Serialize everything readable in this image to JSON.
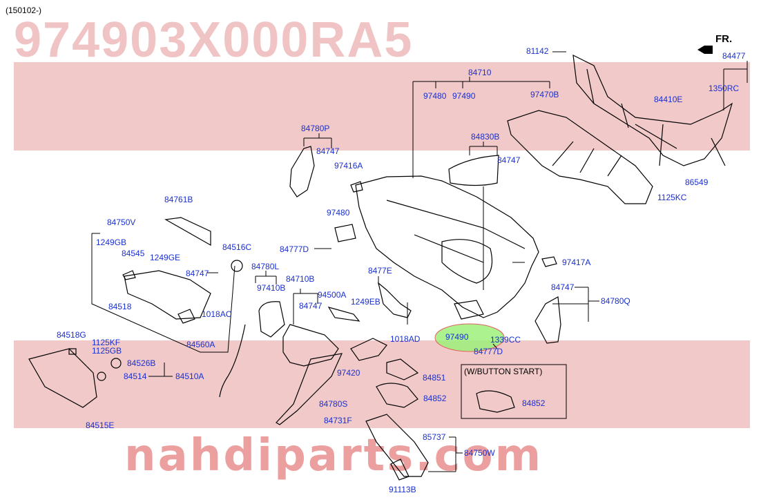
{
  "diagram": {
    "version": "(150102-)",
    "part_number_watermark": "974903X000RA5",
    "site_watermark": "nahdiparts.com",
    "direction_label": "FR.",
    "option_box_title": "(W/BUTTON START)",
    "highlight_color": "#9ef07a",
    "label_color": "#1a2fd0",
    "labels": {
      "p81142": "81142",
      "p84477": "84477",
      "p84710": "84710",
      "p97480_top": "97480",
      "p97490_top": "97490",
      "p97470B": "97470B",
      "p1350RC": "1350RC",
      "p84410E": "84410E",
      "p84780P": "84780P",
      "p84747_a": "84747",
      "p97416A": "97416A",
      "p84830B": "84830B",
      "p84747_b": "84747",
      "p86549": "86549",
      "p1125KC": "1125KC",
      "p84761B": "84761B",
      "p97480_mid": "97480",
      "p84750V": "84750V",
      "p1249GB": "1249GB",
      "p84545": "84545",
      "p1249GE": "1249GE",
      "p84516C": "84516C",
      "p84777D_a": "84777D",
      "p97417A": "97417A",
      "p84780L": "84780L",
      "p84747_c": "84747",
      "p84710B": "84710B",
      "p97410B": "97410B",
      "p8477E": "8477E",
      "p84747_d": "84747",
      "p84780Q": "84780Q",
      "p84518": "84518",
      "p84747_e": "84747",
      "p94500A": "94500A",
      "p1249EB": "1249EB",
      "p1018AC": "1018AC",
      "p84560A": "84560A",
      "p84518G": "84518G",
      "p97490_hl": "97490",
      "p1339CC": "1339CC",
      "p1018AD": "1018AD",
      "p1125KF": "1125KF",
      "p1125GB": "1125GB",
      "p84777D_b": "84777D",
      "p84526B": "84526B",
      "p84514": "84514",
      "p84510A": "84510A",
      "p97420": "97420",
      "p84851": "84851",
      "p84852_a": "84852",
      "p84852_b": "84852",
      "p84780S": "84780S",
      "p84515E": "84515E",
      "p84731F": "84731F",
      "p85737": "85737",
      "p84750W": "84750W",
      "p91113B": "91113B"
    }
  }
}
